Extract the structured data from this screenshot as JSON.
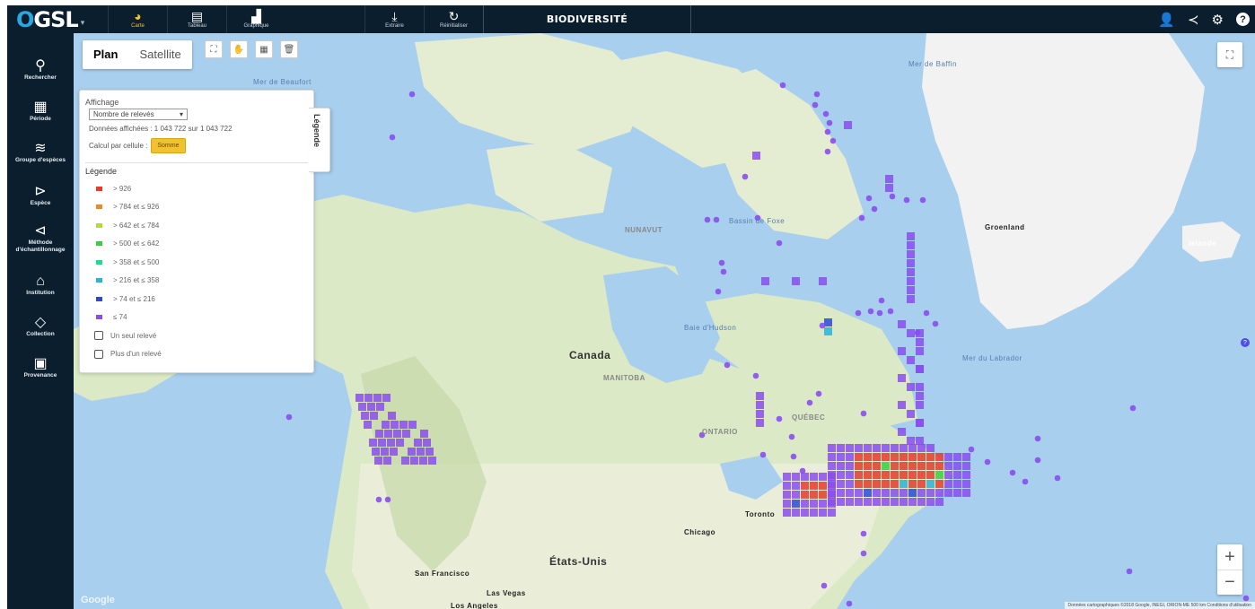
{
  "app": {
    "logo_letters": "GSL",
    "logo_first": "O",
    "title": "BIODIVERSITÉ"
  },
  "toolbar": {
    "tools": [
      {
        "label": "Carte",
        "icon": "globe-icon",
        "active": true
      },
      {
        "label": "Tableau",
        "icon": "table-icon",
        "active": false
      },
      {
        "label": "Graphique",
        "icon": "chart-icon",
        "active": false
      },
      {
        "label": "Extraire",
        "icon": "download-icon",
        "active": false
      },
      {
        "label": "Réinitialiser",
        "icon": "refresh-icon",
        "active": false
      }
    ],
    "right_icons": [
      "user-icon",
      "share-icon",
      "gear-icon",
      "help-icon"
    ]
  },
  "sidebar": {
    "items": [
      {
        "label": "Rechercher",
        "icon": "search-icon"
      },
      {
        "label": "Période",
        "icon": "calendar-icon"
      },
      {
        "label": "Groupe d'espèces",
        "icon": "fish-icon"
      },
      {
        "label": "Espèce",
        "icon": "species-icon"
      },
      {
        "label": "Méthode d'échantillonnage",
        "icon": "net-icon"
      },
      {
        "label": "Institution",
        "icon": "institution-icon"
      },
      {
        "label": "Collection",
        "icon": "tag-icon"
      },
      {
        "label": "Provenance",
        "icon": "briefcase-icon"
      }
    ]
  },
  "map": {
    "type_options": [
      "Plan",
      "Satellite"
    ],
    "selected_type": "Plan",
    "labels": {
      "canada": "Canada",
      "usa": "États-Unis",
      "greenland": "Groenland",
      "iceland": "Islande",
      "chicago": "Chicago",
      "toronto": "Toronto",
      "sf": "San Francisco",
      "la": "Los Angeles",
      "lv": "Las Vegas",
      "nunavut": "NUNAVUT",
      "ontario": "ONTARIO",
      "quebec": "QUÉBEC",
      "manitoba": "MANITOBA",
      "baffin": "Mer de Baffin",
      "hudson": "Baie d'Hudson",
      "labrador": "Mer du Labrador",
      "beaufort": "Mer de Beaufort",
      "foxe": "Bassin de Foxe"
    },
    "google": "Google",
    "attribution": "Données cartographiques ©2018 Google, INEGI, ORION-ME   500 km   Conditions d'utilisation"
  },
  "panel": {
    "affichage_label": "Affichage",
    "select_value": "Nombre de relevés",
    "donnees": "Données affichées : 1 043 722 sur 1 043 722",
    "calcul_label": "Calcul par cellule :",
    "calcul_button": "Somme",
    "legend_title": "Légende",
    "tab_label": "Légende",
    "legend": [
      {
        "label": "> 926",
        "color": "#e53b2c"
      },
      {
        "label": "> 784 et ≤ 926",
        "color": "#e88a2a"
      },
      {
        "label": "> 642 et ≤ 784",
        "color": "#b4dd2a"
      },
      {
        "label": "> 500 et ≤ 642",
        "color": "#3ccf3c"
      },
      {
        "label": "> 358 et ≤ 500",
        "color": "#2ad68a"
      },
      {
        "label": "> 216 et ≤ 358",
        "color": "#2ab4d6"
      },
      {
        "label": "> 74 et ≤ 216",
        "color": "#2a4ad6"
      },
      {
        "label": "≤ 74",
        "color": "#8a4cf0"
      }
    ],
    "markers": [
      {
        "label": "Un seul relevé"
      },
      {
        "label": "Plus d'un relevé"
      }
    ]
  }
}
